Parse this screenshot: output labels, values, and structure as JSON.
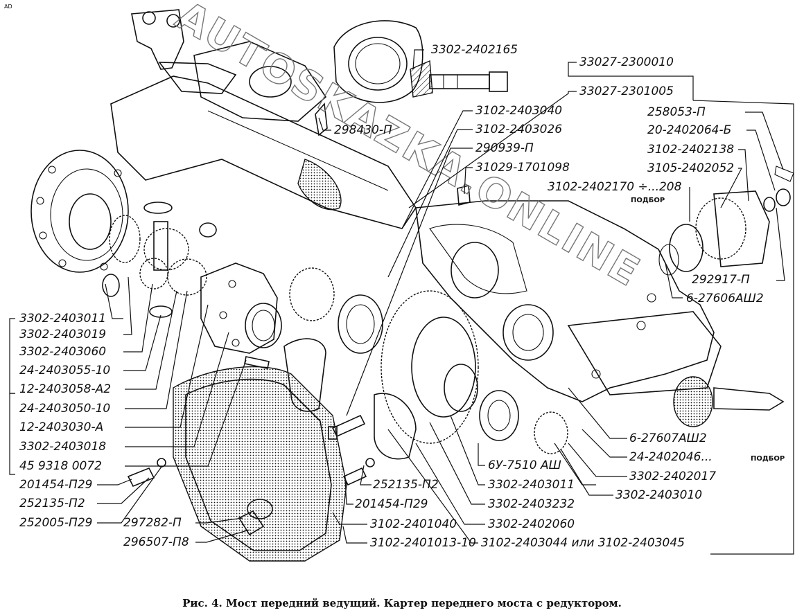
{
  "corner_mark": "AD",
  "watermark": "AUTOSKAZKA.ONLINE",
  "caption": "Рис. 4. Мост передний ведущий. Картер переднего моста с редуктором.",
  "note": "ПОДБОР",
  "labels": [
    "3302-2402165",
    "33027-2300010",
    "33027-2301005",
    "298430-П",
    "3102-2403040",
    "3102-2403026",
    "290939-П",
    "31029-1701098",
    "258053-П",
    "20-2402064-Б",
    "3102-2402138",
    "3105-2402052",
    "3102-2402170 ÷...208",
    "292917-П",
    "6-27606АШ2",
    "3302-2403011",
    "3302-2403019",
    "3302-2403060",
    "24-2403055-10",
    "12-2403058-А2",
    "24-2403050-10",
    "12-2403030-А",
    "3302-2403018",
    "45 9318 0072",
    "201454-П29",
    "252135-П2",
    "252005-П29",
    "297282-П",
    "296507-П8",
    "252135-П2",
    "201454-П29",
    "3102-2401040",
    "3102-2401013-10",
    "6-27607АШ2",
    "24-2402046...",
    "3302-2402017",
    "3302-2403010",
    "6У-7510 АШ",
    "3302-2403011",
    "3302-2403232",
    "3302-2402060",
    "3102-2403044 или 3102-2403045"
  ]
}
